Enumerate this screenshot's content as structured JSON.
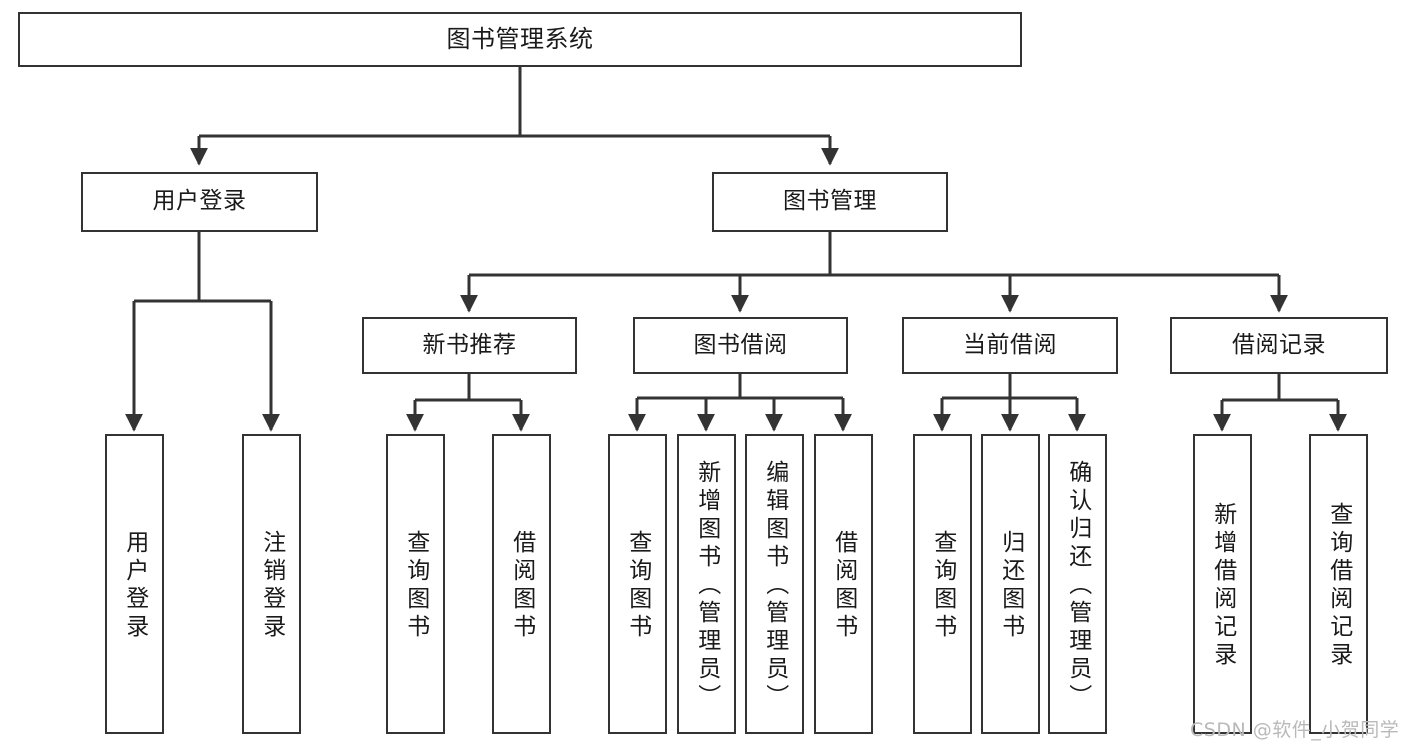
{
  "diagram": {
    "type": "tree",
    "title": "图书管理系统",
    "colors": {
      "border": "#333333",
      "fill": "#ffffff",
      "text": "#1a1a1a",
      "edge": "#333333",
      "watermark": "#b9b9b9"
    },
    "levels": {
      "root": [
        "图书管理系统"
      ],
      "level2": [
        "用户登录",
        "图书管理"
      ],
      "level3": [
        "新书推荐",
        "图书借阅",
        "当前借阅",
        "借阅记录"
      ],
      "leaves": [
        "用户登录",
        "注销登录",
        "查询图书",
        "借阅图书",
        "查询图书",
        "新增图书（管理员）",
        "编辑图书（管理员）",
        "借阅图书",
        "查询图书",
        "归还图书",
        "确认归还（管理员）",
        "新增借阅记录",
        "查询借阅记录"
      ]
    },
    "nodes": {
      "root": {
        "label": "图书管理系统"
      },
      "user_login": {
        "label": "用户登录"
      },
      "book_manage": {
        "label": "图书管理"
      },
      "new_book_rec": {
        "label": "新书推荐"
      },
      "book_borrow": {
        "label": "图书借阅"
      },
      "current_borrow": {
        "label": "当前借阅"
      },
      "borrow_record": {
        "label": "借阅记录"
      },
      "leaf_user_login": {
        "label": "用户登录"
      },
      "leaf_logout": {
        "label": "注销登录"
      },
      "leaf_query_book_1": {
        "label": "查询图书"
      },
      "leaf_borrow_book_1": {
        "label": "借阅图书"
      },
      "leaf_query_book_2": {
        "label": "查询图书"
      },
      "leaf_add_book": {
        "label": "新增图书（管理员）"
      },
      "leaf_edit_book": {
        "label": "编辑图书（管理员）"
      },
      "leaf_borrow_book_2": {
        "label": "借阅图书"
      },
      "leaf_query_book_3": {
        "label": "查询图书"
      },
      "leaf_return_book": {
        "label": "归还图书"
      },
      "leaf_confirm_return": {
        "label": "确认归还（管理员）"
      },
      "leaf_add_record": {
        "label": "新增借阅记录"
      },
      "leaf_query_record": {
        "label": "查询借阅记录"
      }
    },
    "edges": [
      {
        "from": "root",
        "to": "user_login"
      },
      {
        "from": "root",
        "to": "book_manage"
      },
      {
        "from": "user_login",
        "to": "leaf_user_login"
      },
      {
        "from": "user_login",
        "to": "leaf_logout"
      },
      {
        "from": "book_manage",
        "to": "new_book_rec"
      },
      {
        "from": "book_manage",
        "to": "book_borrow"
      },
      {
        "from": "book_manage",
        "to": "current_borrow"
      },
      {
        "from": "book_manage",
        "to": "borrow_record"
      },
      {
        "from": "new_book_rec",
        "to": "leaf_query_book_1"
      },
      {
        "from": "new_book_rec",
        "to": "leaf_borrow_book_1"
      },
      {
        "from": "book_borrow",
        "to": "leaf_query_book_2"
      },
      {
        "from": "book_borrow",
        "to": "leaf_add_book"
      },
      {
        "from": "book_borrow",
        "to": "leaf_edit_book"
      },
      {
        "from": "book_borrow",
        "to": "leaf_borrow_book_2"
      },
      {
        "from": "current_borrow",
        "to": "leaf_query_book_3"
      },
      {
        "from": "current_borrow",
        "to": "leaf_return_book"
      },
      {
        "from": "current_borrow",
        "to": "leaf_confirm_return"
      },
      {
        "from": "borrow_record",
        "to": "leaf_add_record"
      },
      {
        "from": "borrow_record",
        "to": "leaf_query_record"
      }
    ]
  },
  "watermark": {
    "text": "CSDN @软件_小贺同学"
  }
}
